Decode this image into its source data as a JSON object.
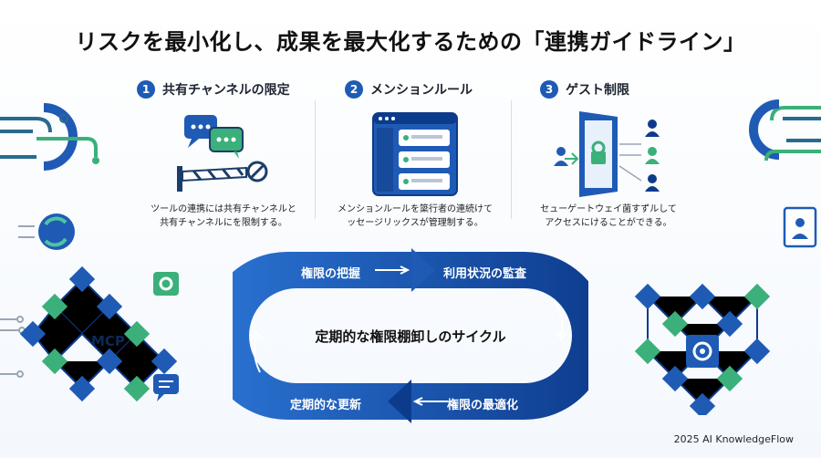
{
  "title": "リスクを最小化し、成果を最大化するための「連携ガイドライン」",
  "columns": [
    {
      "number": "1",
      "heading": "共有チャンネルの限定",
      "desc_line1": "ツールの連携には共有チャンネルと",
      "desc_line2": "共有チャンネルにを限制する。"
    },
    {
      "number": "2",
      "heading": "メンションルール",
      "desc_line1": "メンションルールを簗行者の連続けて",
      "desc_line2": "ッセージリックスが管理制する。"
    },
    {
      "number": "3",
      "heading": "ゲスト制限",
      "desc_line1": "セューゲートウェイ菌すずルして",
      "desc_line2": "アクセスにけることができる。"
    }
  ],
  "cycle": {
    "step1": "権限の把握",
    "step2": "利用状況の監査",
    "step3": "権限の最適化",
    "step4": "定期的な更新",
    "center": "定期的な権限棚卸しのサイクル"
  },
  "mcp_label": "MCP",
  "footer": "2025 AI KnowledgeFlow",
  "colors": {
    "accent": "#1f5bb5",
    "dark": "#0d3b8c",
    "green": "#3bb07a",
    "teal": "#2f9a8a"
  }
}
